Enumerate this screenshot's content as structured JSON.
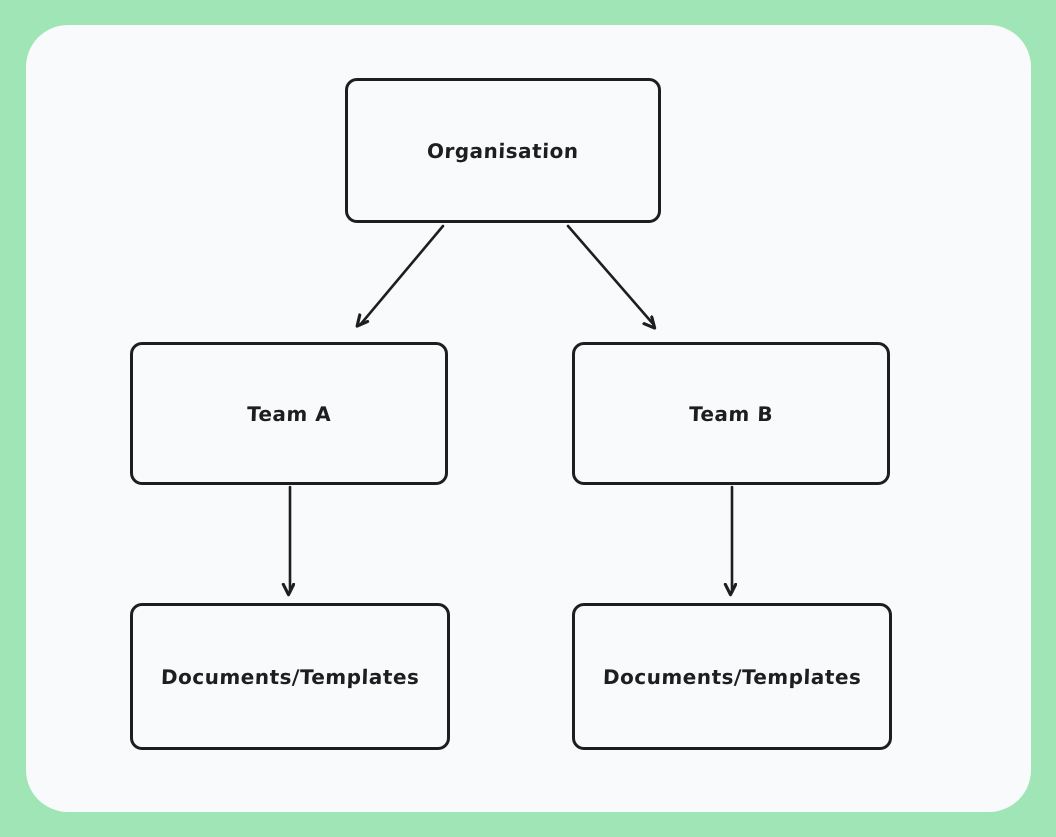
{
  "canvas": {
    "colors": {
      "outer_bg": "#9fe5b6",
      "panel_bg": "#f8fafb",
      "stroke": "#1e1e1e"
    }
  },
  "diagram": {
    "nodes": [
      {
        "id": "organisation",
        "label": "Organisation"
      },
      {
        "id": "team-a",
        "label": "Team A"
      },
      {
        "id": "team-b",
        "label": "Team B"
      },
      {
        "id": "documents-a",
        "label": "Documents/Templates"
      },
      {
        "id": "documents-b",
        "label": "Documents/Templates"
      }
    ],
    "edges": [
      {
        "from": "organisation",
        "to": "team-a",
        "style": "arrow"
      },
      {
        "from": "organisation",
        "to": "team-b",
        "style": "arrow"
      },
      {
        "from": "team-a",
        "to": "documents-a",
        "style": "arrow"
      },
      {
        "from": "team-b",
        "to": "documents-b",
        "style": "arrow"
      }
    ]
  }
}
